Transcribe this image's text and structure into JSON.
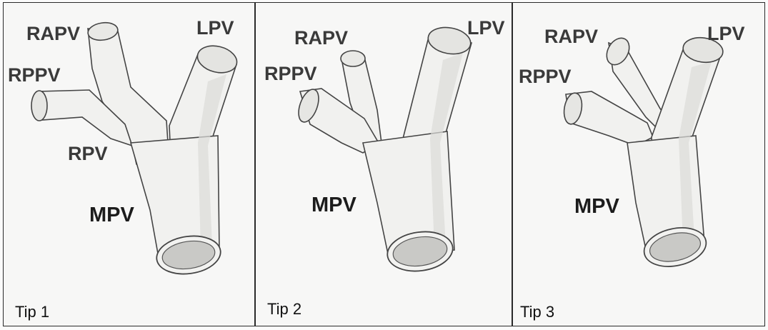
{
  "colors": {
    "vessel_fill": "#f1f1ef",
    "vessel_outline": "#444444",
    "opening_fill": "#c9c9c6",
    "label_text": "#3a3a3a",
    "panel_border": "#2a2a2a"
  },
  "panels": [
    {
      "caption": "Tip 1",
      "labels": {
        "rapv": "RAPV",
        "rppv": "RPPV",
        "lpv": "LPV",
        "rpv": "RPV",
        "mpv": "MPV"
      }
    },
    {
      "caption": "Tip 2",
      "labels": {
        "rapv": "RAPV",
        "rppv": "RPPV",
        "lpv": "LPV",
        "mpv": "MPV"
      }
    },
    {
      "caption": "Tip 3",
      "labels": {
        "rapv": "RAPV",
        "rppv": "RPPV",
        "lpv": "LPV",
        "mpv": "MPV"
      }
    }
  ]
}
